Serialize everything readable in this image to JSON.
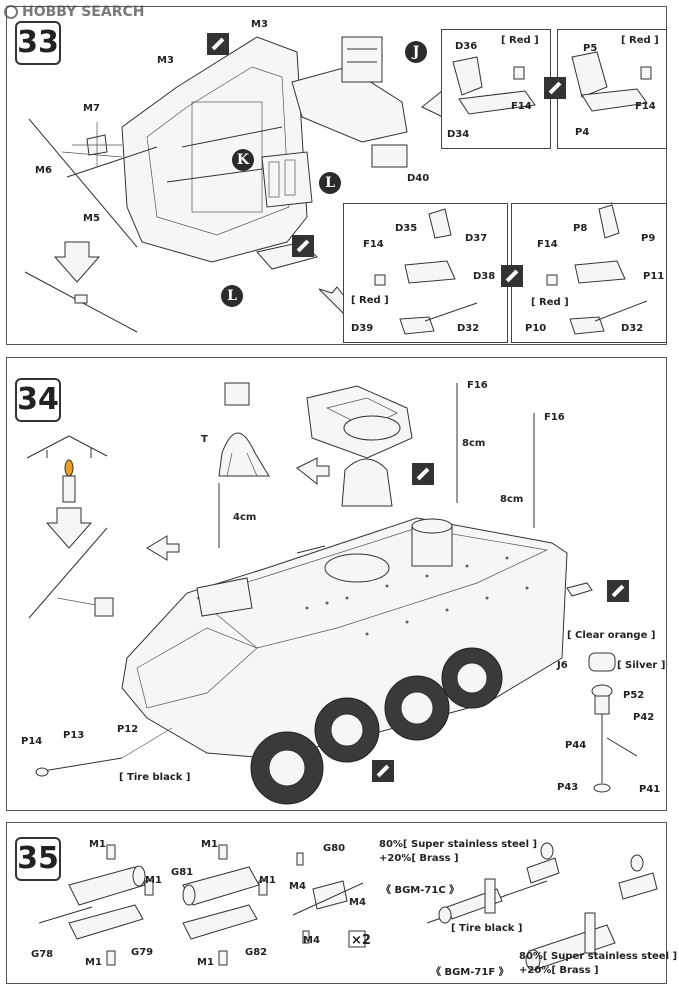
{
  "watermark": "HOBBY SEARCH",
  "steps": [
    {
      "number": "33",
      "badges": [
        "J",
        "K",
        "L",
        "L"
      ],
      "labels": {
        "m3a": "M3",
        "m3b": "M3",
        "m7": "M7",
        "m6": "M6",
        "m5": "M5",
        "d40": "D40",
        "d36": "D36",
        "red1": "[ Red ]",
        "f14a": "F14",
        "d34": "D34",
        "p5": "P5",
        "red2": "[ Red ]",
        "f14b": "F14",
        "p4": "P4",
        "d35": "D35",
        "d37": "D37",
        "f14c": "F14",
        "d38": "D38",
        "red3": "[ Red ]",
        "d39": "D39",
        "d32a": "D32",
        "p8": "P8",
        "p9": "P9",
        "f14d": "F14",
        "p11": "P11",
        "red4": "[ Red ]",
        "p10": "P10",
        "d32b": "D32"
      }
    },
    {
      "number": "34",
      "labels": {
        "t": "T",
        "f16a": "F16",
        "f16b": "F16",
        "cm8a": "8cm",
        "cm8b": "8cm",
        "cm4": "4cm",
        "clear_orange": "[ Clear orange ]",
        "j6": "J6",
        "silver": "[ Silver ]",
        "p52": "P52",
        "p44": "P44",
        "p42": "P42",
        "p43": "P43",
        "p41": "P41",
        "p14": "P14",
        "p13": "P13",
        "p12": "P12",
        "tire_black": "[ Tire black ]"
      }
    },
    {
      "number": "35",
      "labels": {
        "m1a": "M1",
        "m1b": "M1",
        "g78": "G78",
        "m1c": "M1",
        "g79": "G79",
        "m1d": "M1",
        "g81": "G81",
        "m1e": "M1",
        "m1f": "M1",
        "g82": "G82",
        "g80": "G80",
        "m4a": "M4",
        "m4b": "M4",
        "m4c": "M4",
        "x2": "×2",
        "paint1": "80%[ Super stainless steel ]",
        "paint1b": "+20%[ Brass ]",
        "bgm71c": "《 BGM-71C 》",
        "tire_black": "[ Tire black ]",
        "bgm71f": "《 BGM-71F 》",
        "paint2": "80%[ Super stainless steel ]",
        "paint2b": "+20%[ Brass ]"
      }
    }
  ]
}
